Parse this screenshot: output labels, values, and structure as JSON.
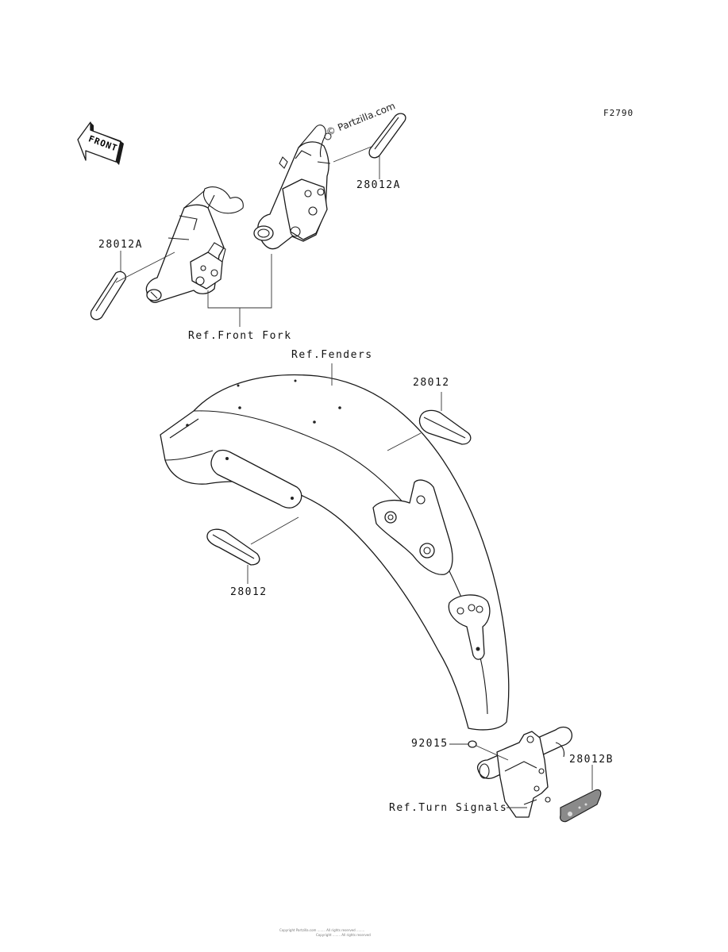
{
  "figure_code": "F2790",
  "front_arrow_label": "FRONT",
  "watermark": "© Partzilla.com",
  "callouts": {
    "decal_fork_right": "28012A",
    "decal_fork_left": "28012A",
    "ref_front_fork": "Ref.Front Fork",
    "ref_fenders": "Ref.Fenders",
    "decal_fender_upper": "28012",
    "decal_fender_lower": "28012",
    "nut": "92015",
    "decal_bracket": "28012B",
    "ref_turn_signals": "Ref.Turn Signals"
  },
  "footer_lines": [
    "Copyright Partzilla.com ........ All rights reserved ........",
    "Copyright ........ All rights reserved"
  ]
}
